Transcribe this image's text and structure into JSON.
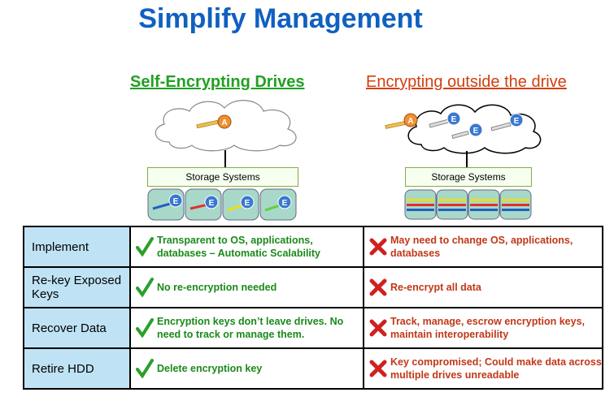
{
  "title": "Simplify Management",
  "columns": {
    "left": {
      "heading": "Self-Encrypting Drives",
      "storage_label": "Storage Systems"
    },
    "right": {
      "heading": "Encrypting outside the drive",
      "storage_label": "Storage Systems"
    }
  },
  "key_labels": {
    "auth_key": "A",
    "encryption_key": "E"
  },
  "colors": {
    "title": "#1060c0",
    "good": "#1a8a1a",
    "bad": "#c03818",
    "label_bg": "#bfe3f5"
  },
  "rows": [
    {
      "label": "Implement",
      "good": "Transparent to OS, applications, databases – Automatic Scalability",
      "bad": "May need to change OS, applications, databases"
    },
    {
      "label": "Re-key Exposed Keys",
      "good": "No re-encryption needed",
      "bad": "Re-encrypt all data"
    },
    {
      "label": "Recover Data",
      "good": "Encryption keys don’t leave drives. No need to track or manage them.",
      "bad": "Track, manage, escrow encryption keys, maintain interoperability"
    },
    {
      "label": "Retire HDD",
      "good": "Delete encryption key",
      "bad": "Key compromised; Could make data across multiple drives unreadable"
    }
  ]
}
